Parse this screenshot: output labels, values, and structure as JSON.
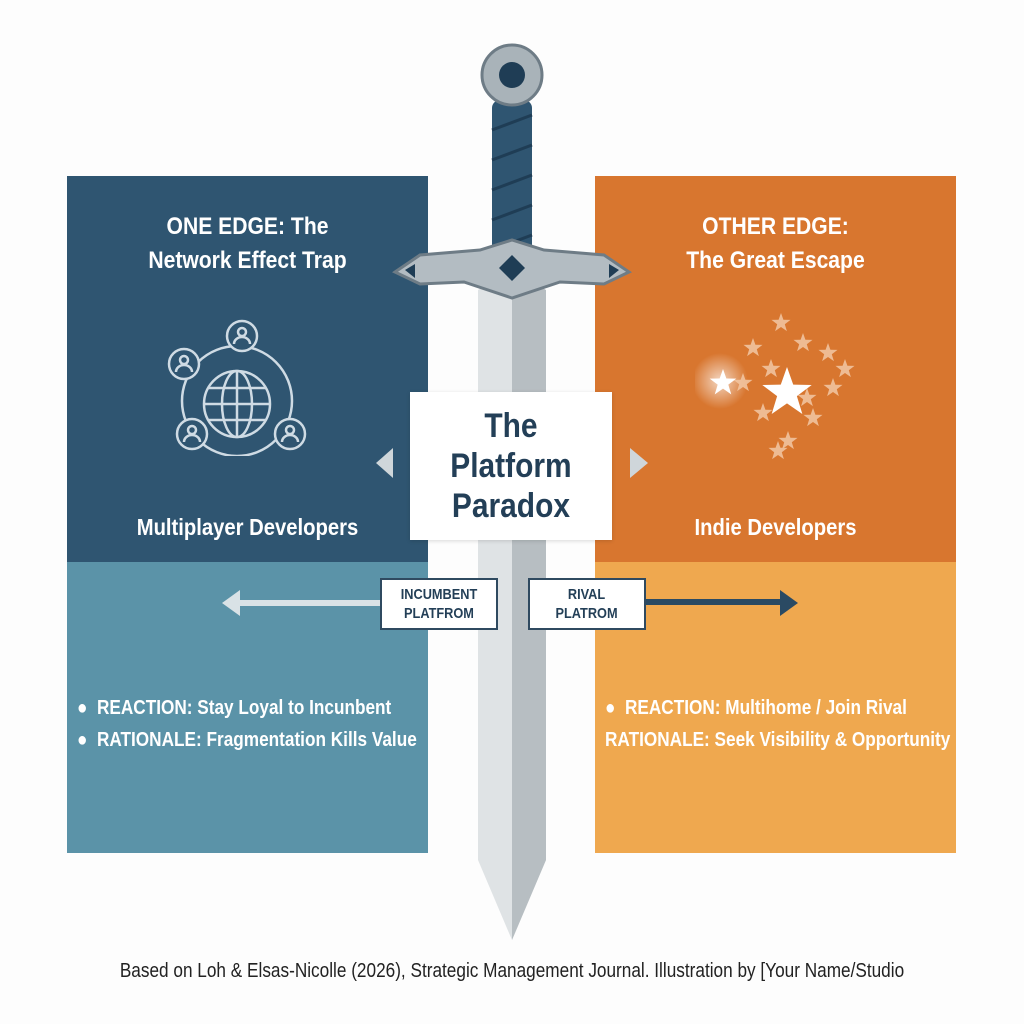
{
  "left": {
    "title_line1": "ONE EDGE: The",
    "title_line2": "Network Effect Trap",
    "icon": "network-globe-icon",
    "subtitle": "Multiplayer Developers",
    "bullets": [
      "REACTION: Stay Loyal to Incunbent",
      "RATIONALE: Fragmentation Kills Value"
    ]
  },
  "right": {
    "title_line1": "OTHER EDGE:",
    "title_line2": "The Great Escape",
    "icon": "stars-burst-icon",
    "subtitle": "Indie Developers",
    "bullets": [
      "REACTION: Multihome / Join Rival",
      "RATIONALE: Seek Visibility & Opportunity"
    ]
  },
  "center": {
    "line1": "The",
    "line2": "Platform",
    "line3": "Paradox"
  },
  "tags": {
    "incumbent_line1": "INCUMBENT",
    "incumbent_line2": "PLATFROM",
    "rival_line1": "RIVAL",
    "rival_line2": "PLATROM"
  },
  "colors": {
    "left_top": "#2f5571",
    "left_bottom": "#5b93a8",
    "right_top": "#d8762f",
    "right_bottom": "#efa84f"
  },
  "footer": "Based on Loh & Elsas-Nicolle (2026), Strategic Management Journal. Illustration by [Your Name/Studio"
}
